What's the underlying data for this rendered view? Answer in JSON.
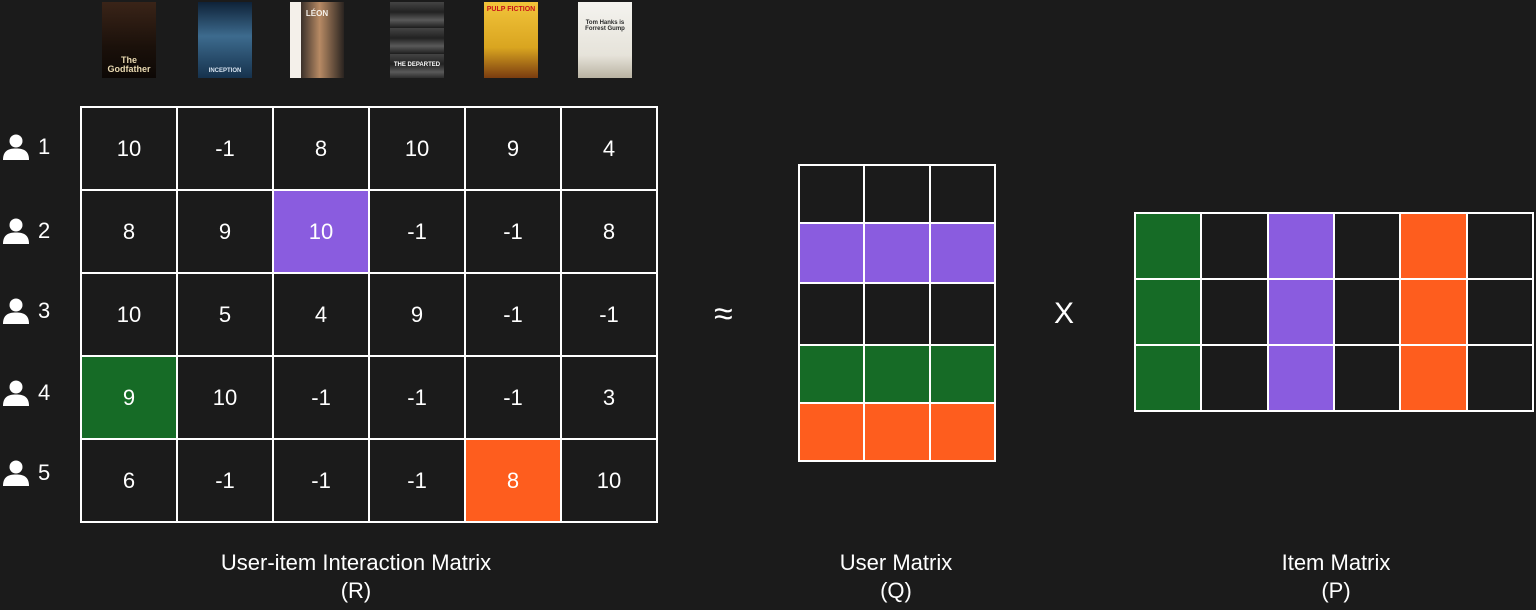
{
  "posters": [
    {
      "id": "godfather",
      "text": "The Godfather",
      "bg": "#2a1a12"
    },
    {
      "id": "inception",
      "text": "INCEPTION",
      "bg": "#1e3a55"
    },
    {
      "id": "leon",
      "text": "LÉON",
      "bg": "#2b2622"
    },
    {
      "id": "departed",
      "text": "THE DEPARTED",
      "bg": "#2c2c2c"
    },
    {
      "id": "pulp-fiction",
      "text": "PULP FICTION",
      "bg": "#d9a520"
    },
    {
      "id": "forrest-gump",
      "text": "Tom Hanks is Forrest Gump",
      "bg": "#eae8e2"
    }
  ],
  "users": [
    {
      "label": "1",
      "icon": "user-icon"
    },
    {
      "label": "2",
      "icon": "user-icon"
    },
    {
      "label": "3",
      "icon": "user-icon"
    },
    {
      "label": "4",
      "icon": "user-icon"
    },
    {
      "label": "5",
      "icon": "user-icon"
    }
  ],
  "colors": {
    "purple": "#8a5cdf",
    "green": "#166b26",
    "orange": "#fe5d1e",
    "empty": "#1b1b1b"
  },
  "r_matrix": {
    "values": [
      [
        "10",
        "-1",
        "8",
        "10",
        "9",
        "4"
      ],
      [
        "8",
        "9",
        "10",
        "-1",
        "-1",
        "8"
      ],
      [
        "10",
        "5",
        "4",
        "9",
        "-1",
        "-1"
      ],
      [
        "9",
        "10",
        "-1",
        "-1",
        "-1",
        "3"
      ],
      [
        "6",
        "-1",
        "-1",
        "-1",
        "8",
        "10"
      ]
    ],
    "highlights": [
      {
        "row": 1,
        "col": 2,
        "color": "purple"
      },
      {
        "row": 3,
        "col": 0,
        "color": "green"
      },
      {
        "row": 4,
        "col": 4,
        "color": "orange"
      }
    ]
  },
  "q_matrix": {
    "rows": 5,
    "cols": 3,
    "row_colors": [
      null,
      "purple",
      null,
      "green",
      "orange"
    ]
  },
  "p_matrix": {
    "rows": 3,
    "cols": 6,
    "col_colors": [
      "green",
      null,
      "purple",
      null,
      "orange",
      null
    ]
  },
  "operators": {
    "approx": "≈",
    "times": "X"
  },
  "captions": {
    "r": {
      "line1": "User-item Interaction Matrix",
      "line2": "(R)"
    },
    "q": {
      "line1": "User Matrix",
      "line2": "(Q)"
    },
    "p": {
      "line1": "Item Matrix",
      "line2": "(P)"
    }
  }
}
